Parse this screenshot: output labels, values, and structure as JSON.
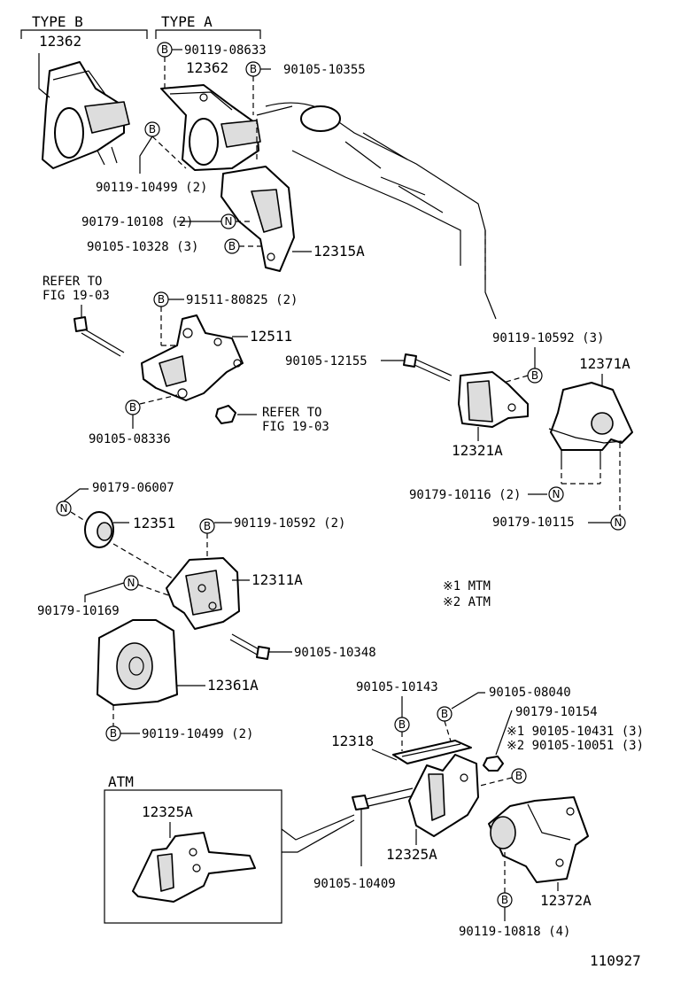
{
  "header": {
    "type_b": "TYPE B",
    "type_a": "TYPE A"
  },
  "badges": {
    "b": "B",
    "n": "N"
  },
  "labels": {
    "p12362_b": "12362",
    "p12362_a": "12362",
    "b90119_08633": "90119-08633",
    "b90105_10355": "90105-10355",
    "b90119_10499_top": "90119-10499 (2)",
    "n90179_10108": "90179-10108 (2)",
    "b90105_10328": "90105-10328 (3)",
    "p12315A": "12315A",
    "refer1_line1": "REFER TO",
    "refer1_line2": "FIG 19-03",
    "b91511_80825": "91511-80825 (2)",
    "p12511": "12511",
    "b90105_08336": "90105-08336",
    "refer2_line1": "REFER TO",
    "refer2_line2": "FIG 19-03",
    "b90119_10592_3": "90119-10592 (3)",
    "p90105_12155": "90105-12155",
    "p12371A": "12371A",
    "p12321A": "12321A",
    "n90179_10116": "90179-10116 (2)",
    "n90179_10115": "90179-10115",
    "n90179_06007": "90179-06007",
    "p12351": "12351",
    "b90119_10592_2": "90119-10592 (2)",
    "p12311A": "12311A",
    "n90179_10169": "90179-10169",
    "note1": "※1  MTM",
    "note2": "※2  ATM",
    "p90105_10348": "90105-10348",
    "p12361A": "12361A",
    "b90119_10499_bottom": "90119-10499 (2)",
    "p90105_10143": "90105-10143",
    "b90105_08040": "90105-08040",
    "p90179_10154": "90179-10154",
    "p12318": "12318",
    "s1_90105_10431": "※1 90105-10431 (3)",
    "s2_90105_10051": "※2 90105-10051 (3)",
    "atm_title": "ATM",
    "p12325A_inset": "12325A",
    "p12325A": "12325A",
    "p90105_10409": "90105-10409",
    "p12372A": "12372A",
    "b90119_10818": "90119-10818 (4)",
    "figure_no": "110927"
  }
}
